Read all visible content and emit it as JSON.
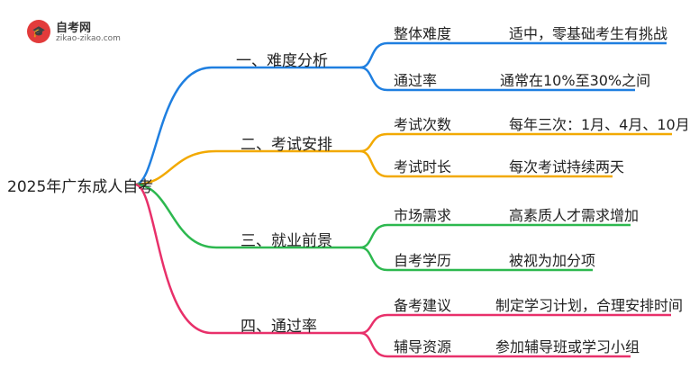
{
  "logo": {
    "name": "自考网",
    "url": "zikao-zikao.com",
    "icon": "graduation-cap-icon",
    "color": "#e23b3b"
  },
  "root": "2025年广东成人自考",
  "branches": [
    {
      "label": "一、难度分析",
      "color": "#1f7fe0",
      "leaves": [
        {
          "label": "整体难度",
          "detail": "适中，零基础考生有挑战"
        },
        {
          "label": "通过率",
          "detail": "通常在10%至30%之间"
        }
      ]
    },
    {
      "label": "二、考试安排",
      "color": "#f2a900",
      "leaves": [
        {
          "label": "考试次数",
          "detail": "每年三次：1月、4月、10月"
        },
        {
          "label": "考试时长",
          "detail": "每次考试持续两天"
        }
      ]
    },
    {
      "label": "三、就业前景",
      "color": "#2db84f",
      "leaves": [
        {
          "label": "市场需求",
          "detail": "高素质人才需求增加"
        },
        {
          "label": "自考学历",
          "detail": "被视为加分项"
        }
      ]
    },
    {
      "label": "四、通过率",
      "color": "#e8306a",
      "leaves": [
        {
          "label": "备考建议",
          "detail": "制定学习计划，合理安排时间"
        },
        {
          "label": "辅导资源",
          "detail": "参加辅导班或学习小组"
        }
      ]
    }
  ]
}
